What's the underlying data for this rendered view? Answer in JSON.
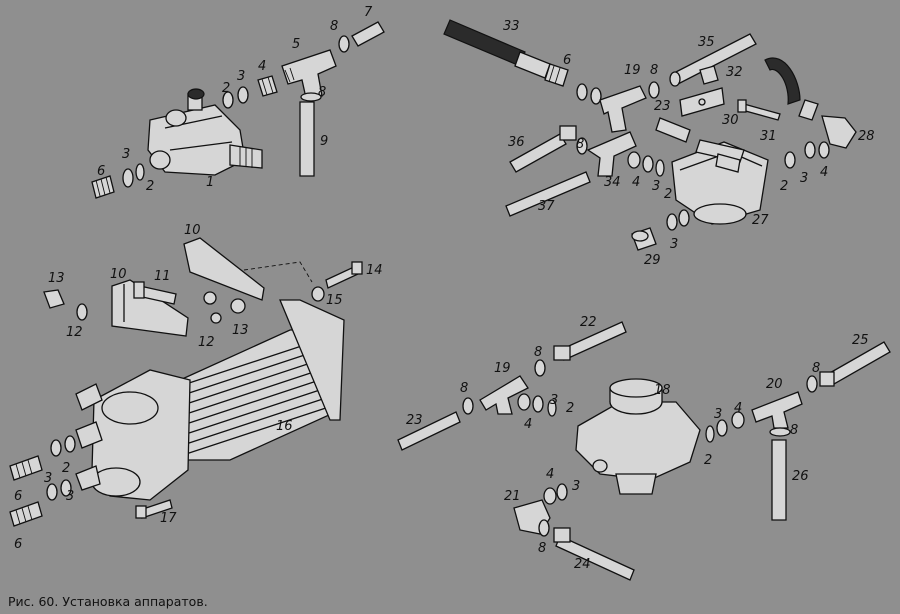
{
  "caption": "Рис. 60. Установка аппаратов.",
  "callouts": {
    "g1": [
      "1",
      "2",
      "3",
      "6",
      "2",
      "3",
      "4",
      "5",
      "8",
      "7",
      "8",
      "9"
    ],
    "g2": [
      "33",
      "6",
      "19",
      "8",
      "35",
      "32",
      "23",
      "30",
      "31",
      "36",
      "8",
      "34",
      "4",
      "3",
      "2",
      "37",
      "27",
      "2",
      "3",
      "4",
      "28",
      "3",
      "29"
    ],
    "g3": [
      "10",
      "11",
      "10",
      "13",
      "12",
      "13",
      "12",
      "14",
      "15",
      "16",
      "2",
      "3",
      "6",
      "3",
      "6",
      "17"
    ],
    "g4": [
      "22",
      "8",
      "19",
      "8",
      "23",
      "3",
      "4",
      "2",
      "18",
      "3",
      "4",
      "2",
      "20",
      "8",
      "25",
      "8",
      "26",
      "21",
      "4",
      "3",
      "8",
      "24"
    ]
  }
}
